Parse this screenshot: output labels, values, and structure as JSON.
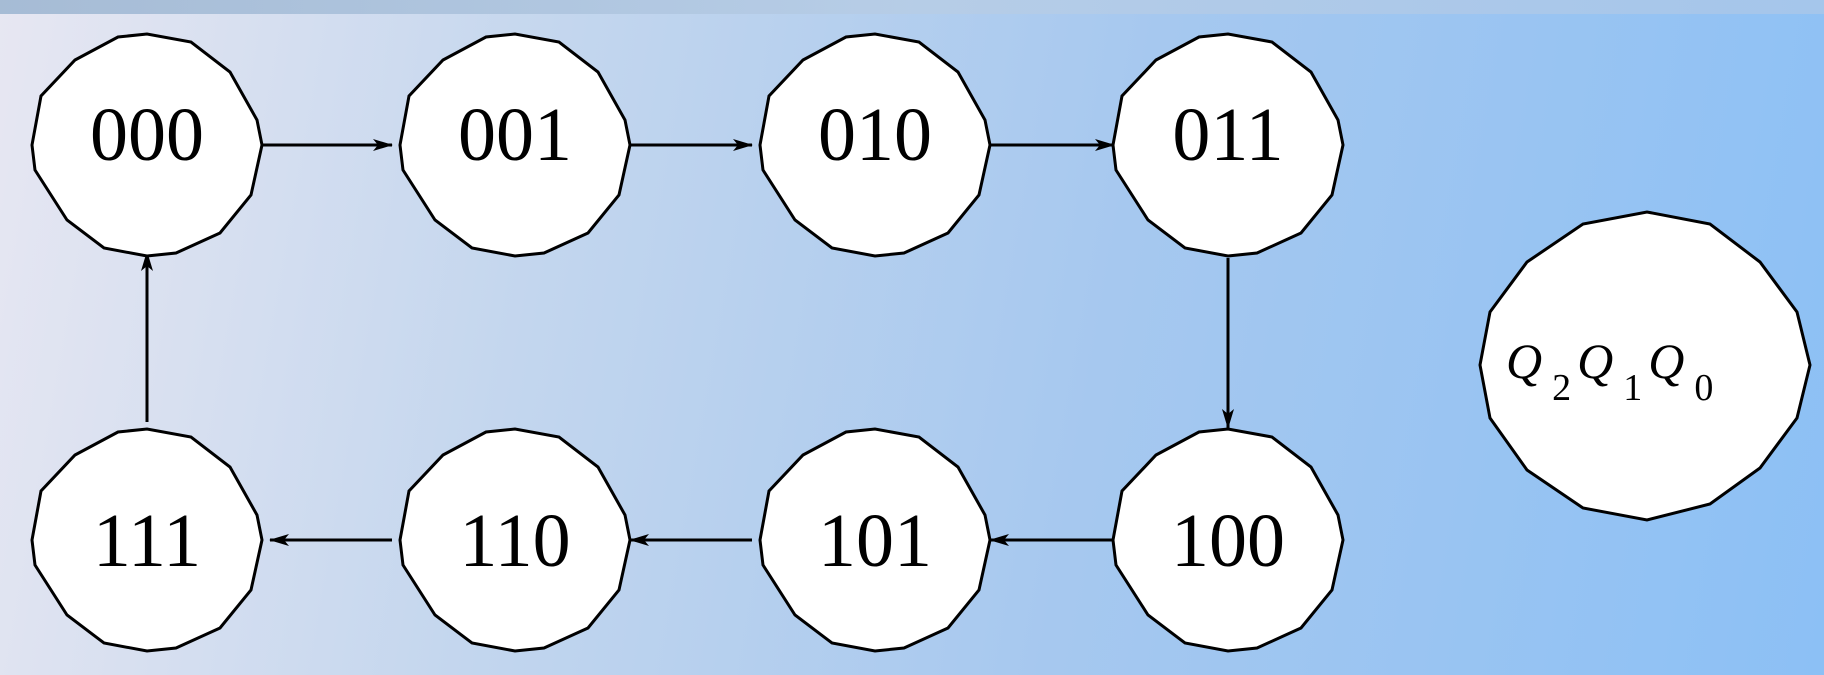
{
  "diagram": {
    "states": [
      "000",
      "001",
      "010",
      "011",
      "100",
      "101",
      "110",
      "111"
    ],
    "transitions": [
      [
        "000",
        "001"
      ],
      [
        "001",
        "010"
      ],
      [
        "010",
        "011"
      ],
      [
        "011",
        "100"
      ],
      [
        "100",
        "101"
      ],
      [
        "101",
        "110"
      ],
      [
        "110",
        "111"
      ],
      [
        "111",
        "000"
      ]
    ],
    "legend": {
      "q2": "Q",
      "sub2": "2",
      "q1": "Q",
      "sub1": "1",
      "q0": "Q",
      "sub0": "0"
    }
  }
}
